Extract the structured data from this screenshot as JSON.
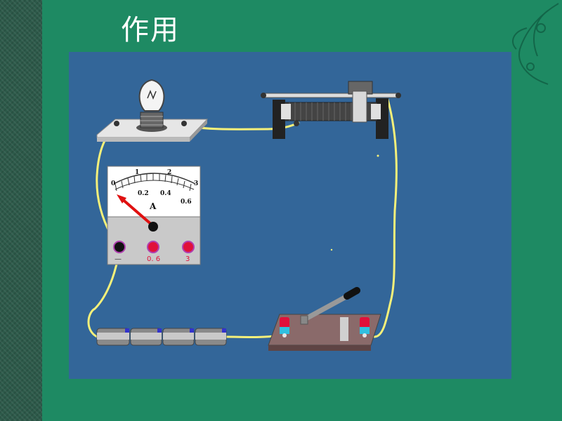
{
  "slide": {
    "title": "作用"
  },
  "ammeter": {
    "unit_label": "A",
    "top_scale": [
      "0",
      "1",
      "2",
      "3"
    ],
    "bottom_scale": [
      "0.2",
      "0.4",
      "0.6"
    ],
    "terminals": [
      "0. 6",
      "3"
    ],
    "negative_mark": "—"
  },
  "colors": {
    "background": "#1e8a63",
    "panel": "#336699",
    "wire": "#f5f07a",
    "needle": "#e01010",
    "terminal": "#e0103a"
  },
  "components": [
    "light-bulb",
    "rheostat",
    "ammeter",
    "switch",
    "battery-pack"
  ]
}
